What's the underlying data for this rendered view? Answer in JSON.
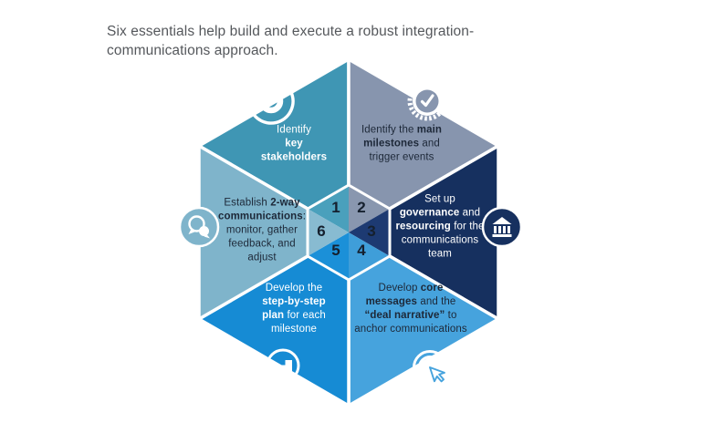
{
  "title": {
    "line1": "Six essentials help build and execute a robust integration-",
    "line2": "communications approach."
  },
  "colors": {
    "background": "#ffffff",
    "title_text": "#55585c",
    "number_text": "#15202e",
    "divider": "#ffffff",
    "icon_glyph": "#ffffff"
  },
  "hexagon": {
    "numbers": [
      "1",
      "2",
      "3",
      "4",
      "5",
      "6"
    ],
    "segments": [
      {
        "number": "1",
        "color": "#3f96b4",
        "inner_color": "#4aa0bc",
        "text_color": "#ffffff",
        "icon": "magnifier-stakeholder-icon",
        "parts": [
          {
            "t": "Identify\n"
          },
          {
            "t": "key\nstakeholders",
            "b": true
          }
        ]
      },
      {
        "number": "2",
        "color": "#8795ae",
        "inner_color": "#8997af",
        "text_color": "#1d2838",
        "icon": "gear-check-badge-icon",
        "parts": [
          {
            "t": "Identify the "
          },
          {
            "t": "main\nmilestones",
            "b": true
          },
          {
            "t": " and\ntrigger events"
          }
        ]
      },
      {
        "number": "3",
        "color": "#16305f",
        "inner_color": "#1d3a72",
        "text_color": "#ffffff",
        "icon": "bank-icon",
        "parts": [
          {
            "t": "Set up\n"
          },
          {
            "t": "governance",
            "b": true
          },
          {
            "t": " and\n"
          },
          {
            "t": "resourcing",
            "b": true
          },
          {
            "t": " for the\ncommunications\nteam"
          }
        ]
      },
      {
        "number": "4",
        "color": "#46a3dd",
        "inner_color": "#3f9ed9",
        "text_color": "#1d2838",
        "icon": "target-cursor-icon",
        "parts": [
          {
            "t": "Develop "
          },
          {
            "t": "core\nmessages",
            "b": true
          },
          {
            "t": " and the\n"
          },
          {
            "t": "“deal narrative”",
            "b": true
          },
          {
            "t": " to\nanchor communications"
          }
        ]
      },
      {
        "number": "5",
        "color": "#168bd4",
        "inner_color": "#1b90d8",
        "text_color": "#ffffff",
        "icon": "stairs-icon",
        "parts": [
          {
            "t": "Develop the\n"
          },
          {
            "t": "step-by-step\nplan",
            "b": true
          },
          {
            "t": " for each\nmilestone"
          }
        ]
      },
      {
        "number": "6",
        "color": "#7fb4cb",
        "inner_color": "#88bbd1",
        "text_color": "#1d2838",
        "icon": "speech-bubbles-icon",
        "parts": [
          {
            "t": "Establish "
          },
          {
            "t": "2-way\ncommunications",
            "b": true
          },
          {
            "t": ":\nmonitor, gather\nfeedback, and\nadjust"
          }
        ]
      }
    ]
  }
}
